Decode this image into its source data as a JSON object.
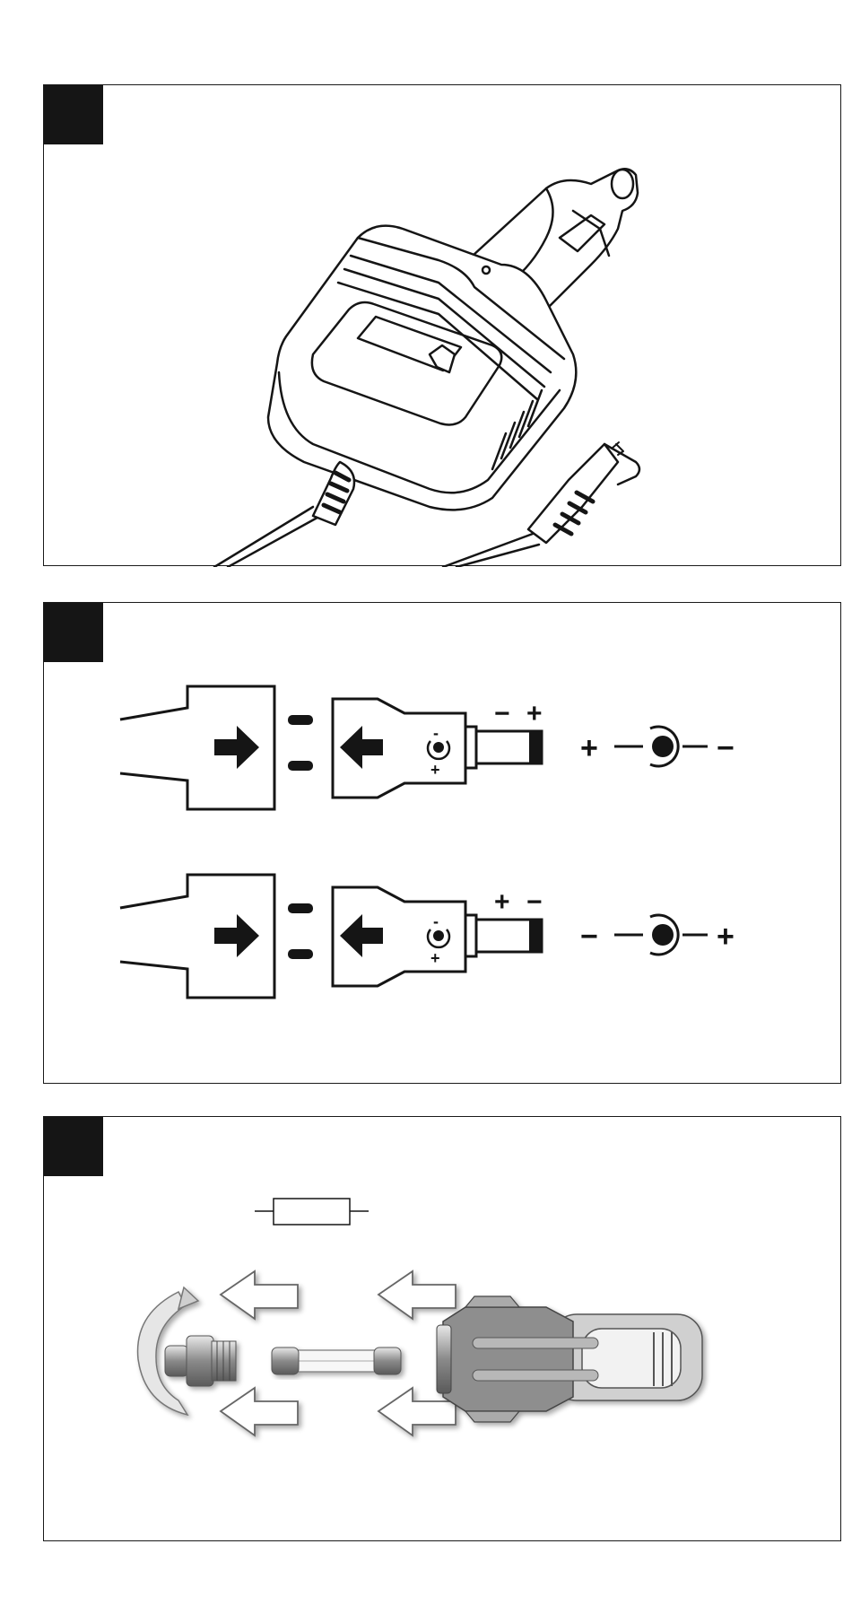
{
  "panels": [
    {
      "id": "figure-1",
      "subject": "car-charger-adapter"
    },
    {
      "id": "figure-2",
      "subject": "polarity-tip-orientation"
    },
    {
      "id": "figure-3",
      "subject": "fuse-replacement"
    }
  ],
  "polarity": {
    "row1": {
      "tip_left_sign": "−",
      "tip_right_sign": "+",
      "diagram_left_sign": "+",
      "diagram_right_sign": "−",
      "label_center_top": "-",
      "label_center_bottom": "+"
    },
    "row2": {
      "tip_left_sign": "+",
      "tip_right_sign": "−",
      "diagram_left_sign": "−",
      "diagram_right_sign": "+",
      "label_center_top": "-",
      "label_center_bottom": "+"
    }
  },
  "colors": {
    "ink": "#151515",
    "gray_dark": "#6b6b6b",
    "gray_mid": "#9a9a9a",
    "gray_light": "#d4d4d4"
  }
}
